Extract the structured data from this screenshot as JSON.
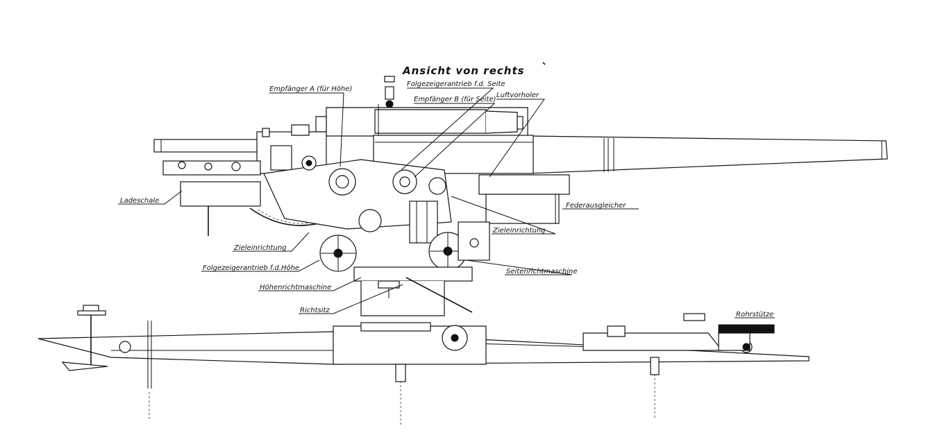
{
  "title": "Ansicht von rechts",
  "labels": {
    "empfaenger_a": "Empfänger A (für Höhe)",
    "folgezeiger_seite": "Folgezeigerantrieb f.d. Seite",
    "empfaenger_b": "Empfänger B (für Seite)",
    "luftvorholer": "Luftvorholer",
    "ladeschale": "Ladeschale",
    "federausgleicher": "Federausgleicher",
    "zieleinrichtung_right": "Zieleinrichtung",
    "zieleinrichtung_left": "Zieleinrichtung",
    "folgezeiger_hoehe": "Folgezeigerantrieb f.d.Höhe",
    "seitenrichtmaschine": "Seitenrichtmaschine",
    "hoehenrichtmaschine": "Höhenrichtmaschine",
    "richtsitz": "Richtsitz",
    "rohrstuetze": "Rohrstütze"
  }
}
